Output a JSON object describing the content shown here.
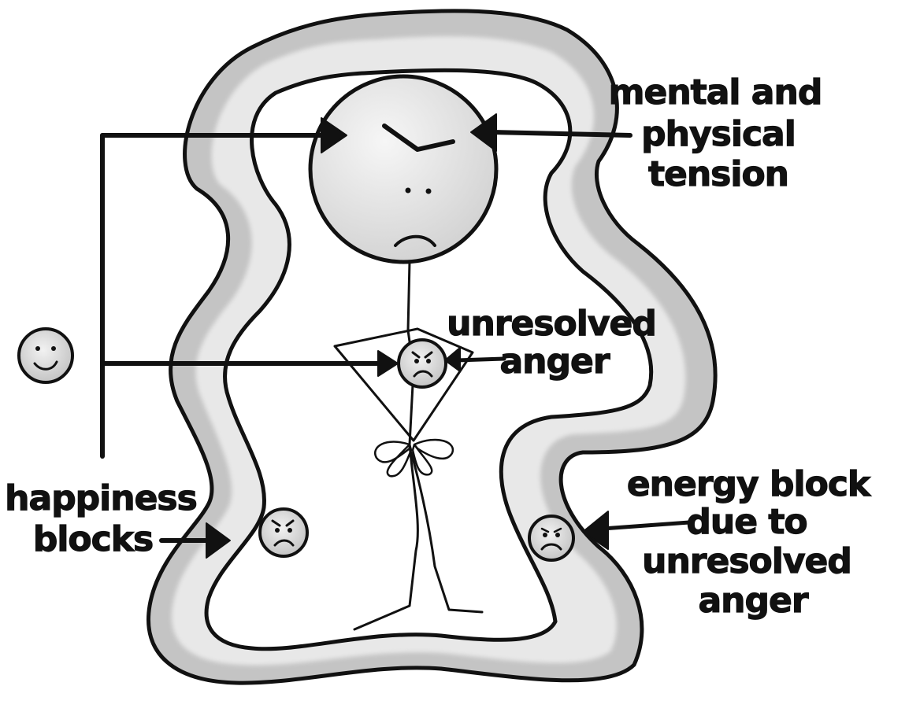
{
  "labels": {
    "tension": {
      "line1": "mental and",
      "line2": "physical",
      "line3": "tension"
    },
    "anger": {
      "line1": "unresolved",
      "line2": "anger"
    },
    "happiness": {
      "line1": "happiness",
      "line2": "blocks"
    },
    "energy": {
      "line1": "energy block",
      "line2": "due to",
      "line3": "unresolved",
      "line4": "anger"
    }
  },
  "colors": {
    "ink": "#111111",
    "aura_band": "#c8c8c8",
    "aura_highlight": "#efefef",
    "head_fill": "#e6e6e6",
    "face_fill": "#e2e2e2",
    "background": "#ffffff"
  },
  "icons": {
    "happy_face": "smiling-face-icon",
    "angry_face": "angry-face-icon",
    "sad_face": "sad-face-icon"
  }
}
